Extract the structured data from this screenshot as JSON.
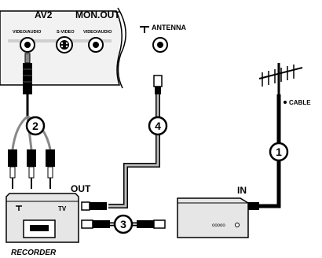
{
  "panel": {
    "av2_label": "AV2",
    "mon_out_label": "MON.OUT",
    "video_audio_1": "VIDEO/AUDIO",
    "s_video": "S-VIDEO",
    "video_audio_2": "VIDEO/AUDIO",
    "antenna_label": "ANTENNA"
  },
  "cables": {
    "cable_label": "CABLE"
  },
  "steps": {
    "one": "1",
    "two": "2",
    "three": "3",
    "four": "4"
  },
  "devices": {
    "out_label": "OUT",
    "in_label": "IN",
    "tv_label": "TV",
    "recorder_label": "RECORDER",
    "receiver_dots": "ooooo"
  }
}
